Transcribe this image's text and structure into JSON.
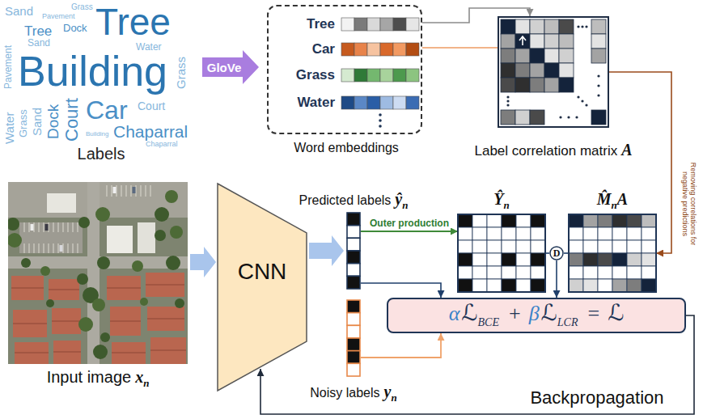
{
  "diagram": {
    "nodes": [
      {
        "text": [
          "GloVe"
        ]
      },
      {
        "text": [
          "Tree",
          "Car",
          "Grass",
          "Water",
          "Word embeddings"
        ]
      },
      {
        "text": [
          "Label correlation matrix",
          "A"
        ]
      },
      {
        "text": [
          "Input image",
          "x",
          "n"
        ]
      },
      {
        "text": [
          "CNN"
        ]
      },
      {
        "text": [
          "Predicted labels",
          "ŷ",
          "n"
        ]
      },
      {
        "text": [
          "Ŷ",
          "n"
        ]
      },
      {
        "text": [
          "D"
        ]
      },
      {
        "text": [
          "M̂",
          "n",
          "A"
        ]
      },
      {
        "text": [
          "Noisy labels",
          "y",
          "n"
        ]
      },
      {
        "text": [
          "α",
          "ℒ",
          "BCE",
          "+",
          "β",
          "ℒ",
          "LCR",
          "=",
          "ℒ"
        ]
      }
    ],
    "edges": [
      {
        "from": 3,
        "to": 4,
        "arrow": "to"
      },
      {
        "from": 4,
        "to": 5,
        "arrow": "to"
      },
      {
        "from": 5,
        "to": 6,
        "label": "Outer production",
        "arrow": "to"
      },
      {
        "from": 5,
        "to": 10,
        "arrow": "to"
      },
      {
        "from": 6,
        "to": 7,
        "arrow": "none"
      },
      {
        "from": 8,
        "to": 7,
        "arrow": "none"
      },
      {
        "from": 7,
        "to": 10,
        "arrow": "to"
      },
      {
        "from": 9,
        "to": 10,
        "arrow": "to"
      },
      {
        "from": 2,
        "to": 8,
        "label": "Removing correlations for negative predictions",
        "arrow": "to"
      },
      {
        "from": 10,
        "to": 4,
        "label": "Backpropagation",
        "arrow": "to"
      },
      {
        "from": 1,
        "to": 2,
        "arrow": "to"
      },
      {
        "from": 1,
        "to": 2,
        "arrow": "none"
      }
    ],
    "labels": [
      "Sand",
      "Grass",
      "Pavement",
      "Tree",
      "Dock",
      "Tree",
      "Sand",
      "Water",
      "Pavement",
      "Building",
      "Grass",
      "Water",
      "Grass",
      "Sand",
      "Dock",
      "Court",
      "Car",
      "Court",
      "Chaparral",
      "Building",
      "Chaparral",
      "Labels"
    ]
  }
}
